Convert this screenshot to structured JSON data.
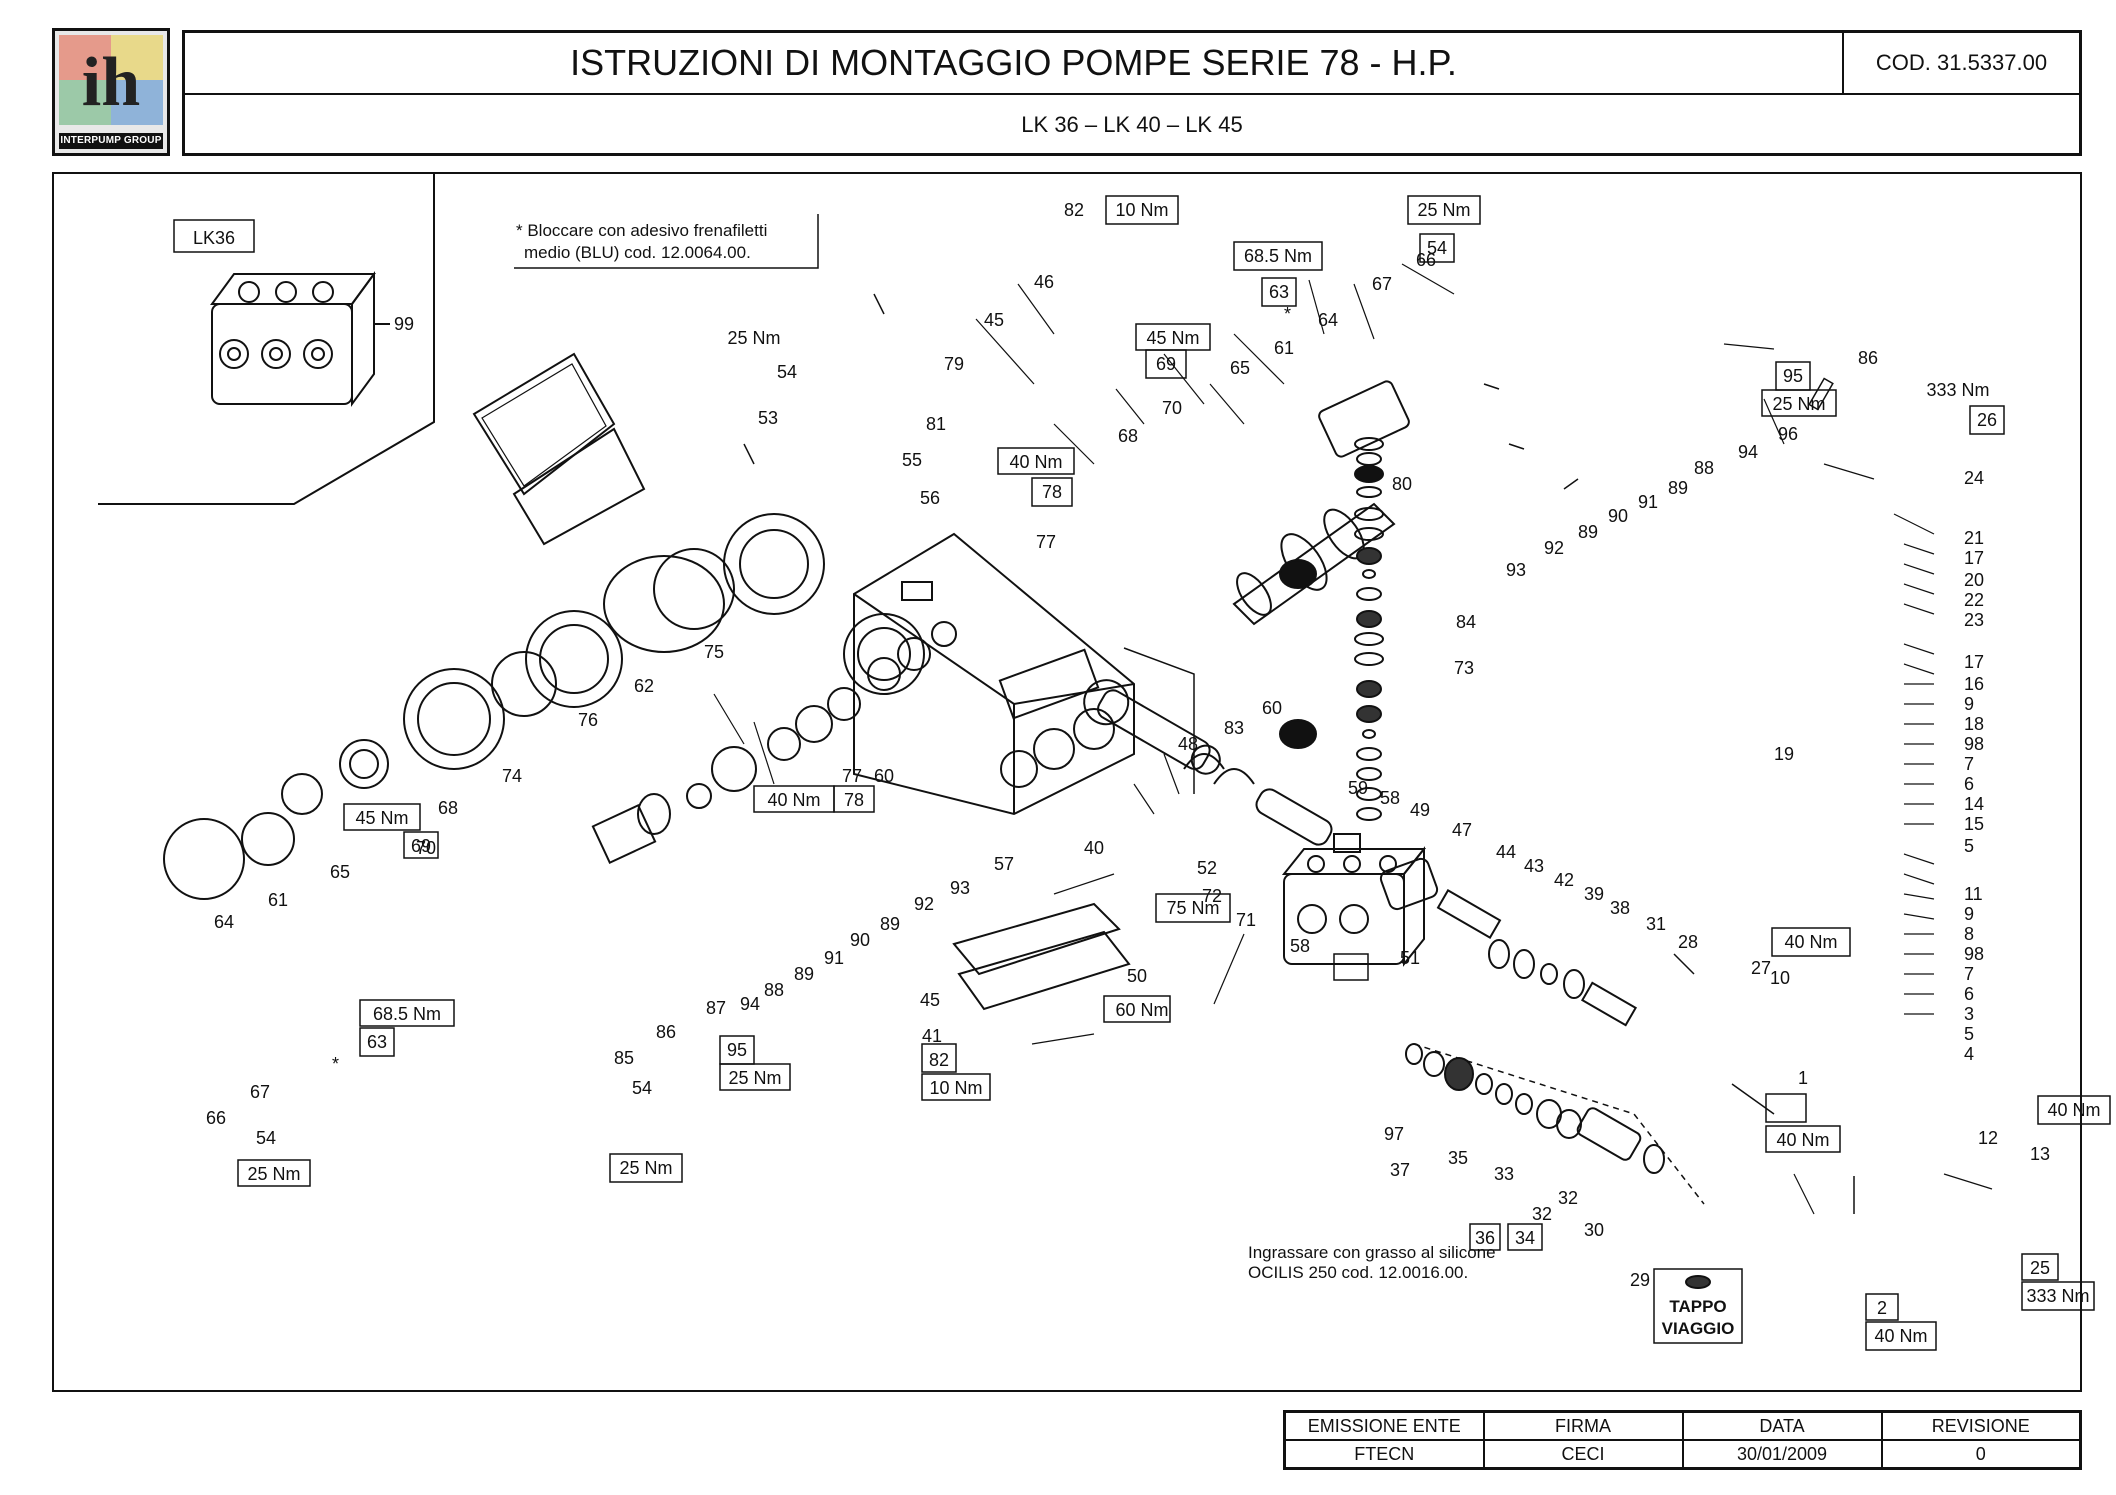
{
  "header": {
    "logo_text": "INTERPUMP GROUP",
    "title": "ISTRUZIONI DI MONTAGGIO POMPE SERIE 78 - H.P.",
    "code": "COD. 31.5337.00",
    "subtitle": "LK 36 – LK 40 – LK 45"
  },
  "inset": {
    "label": "LK36",
    "part": "99"
  },
  "notes": {
    "threadlock_line1": "* Bloccare con adesivo frenafiletti",
    "threadlock_line2": "medio (BLU) cod. 12.0064.00.",
    "grease_line1": "Ingrassare con grasso al silicone",
    "grease_line2": "OCILIS 250 cod. 12.0016.00.",
    "asterisk": "*"
  },
  "tappo": {
    "line1": "TAPPO",
    "line2": "VIAGGIO"
  },
  "torques": {
    "t1": "10 Nm",
    "t2": "25 Nm",
    "t3": "68.5 Nm",
    "t4": "45 Nm",
    "t5": "25 Nm",
    "t6": "40 Nm",
    "t7": "333 Nm",
    "t8": "25 Nm",
    "t9": "45 Nm",
    "t10": "40 Nm",
    "t11": "75 Nm",
    "t12": "68.5 Nm",
    "t13": "25 Nm",
    "t14": "25 Nm",
    "t15": "25 Nm",
    "t16": "10 Nm",
    "t17": "60 Nm",
    "t18": "40 Nm",
    "t19": "40 Nm",
    "t20": "333 Nm",
    "t21": "40 Nm"
  },
  "boxed": {
    "b82a": "82",
    "b54a": "54",
    "b63a": "63",
    "b69a": "69",
    "b54b": "54",
    "b78a": "78",
    "b95a": "95",
    "b26": "26",
    "b69b": "69",
    "b78b": "78",
    "b63b": "63",
    "b54c": "54",
    "b95b": "95",
    "b82b": "82",
    "b50": "50",
    "b27": "27",
    "b36": "36",
    "b34": "34",
    "b2": "2",
    "b25": "25",
    "b13": "13",
    "b52": "52",
    "b54d": "54"
  },
  "parts": {
    "p46": "46",
    "p45a": "45",
    "p67a": "67",
    "p66a": "66",
    "p64a": "64",
    "p61a": "61",
    "p65a": "65",
    "p70a": "70",
    "p68a": "68",
    "p79": "79",
    "p81": "81",
    "p53": "53",
    "p55": "55",
    "p56": "56",
    "p77a": "77",
    "p86": "86",
    "p96": "96",
    "p94a": "94",
    "p88a": "88",
    "p89a": "89",
    "p91a": "91",
    "p90a": "90",
    "p89b": "89",
    "p92a": "92",
    "p93a": "93",
    "p80": "80",
    "p84": "84",
    "p24": "24",
    "p21": "21",
    "p17a": "17",
    "p20": "20",
    "p22": "22",
    "p23": "23",
    "p17b": "17",
    "p16": "16",
    "p9a": "9",
    "p18": "18",
    "p98a": "98",
    "p7a": "7",
    "p6a": "6",
    "p14": "14",
    "p15": "15",
    "p5a": "5",
    "p11": "11",
    "p9b": "9",
    "p8": "8",
    "p98b": "98",
    "p7b": "7",
    "p6b": "6",
    "p3": "3",
    "p5b": "5",
    "p4": "4",
    "p19": "19",
    "p10": "10",
    "p73": "73",
    "p60a": "60",
    "p83": "83",
    "p48": "48",
    "p75": "75",
    "p62": "62",
    "p76": "76",
    "p77b": "77",
    "p60b": "60",
    "p74": "74",
    "p68b": "68",
    "p70b": "70",
    "p65b": "65",
    "p61b": "61",
    "p64b": "64",
    "p67b": "67",
    "p66b": "66",
    "p57": "57",
    "p93b": "93",
    "p92b": "92",
    "p89c": "89",
    "p90b": "90",
    "p91b": "91",
    "p89d": "89",
    "p88b": "88",
    "p94b": "94",
    "p87": "87",
    "p86b": "86",
    "p85": "85",
    "p40": "40",
    "p72": "72",
    "p71": "71",
    "p59": "59",
    "p58a": "58",
    "p49": "49",
    "p58b": "58",
    "p51": "51",
    "p47": "47",
    "p44": "44",
    "p43": "43",
    "p42": "42",
    "p39": "39",
    "p38": "38",
    "p31": "31",
    "p28": "28",
    "p45b": "45",
    "p41": "41",
    "p97": "97",
    "p37": "37",
    "p35": "35",
    "p33": "33",
    "p32a": "32",
    "p32b": "32",
    "p30": "30",
    "p29": "29",
    "p1": "1",
    "p12": "12"
  },
  "revision": {
    "headers": [
      "EMISSIONE ENTE",
      "FIRMA",
      "DATA",
      "REVISIONE"
    ],
    "values": [
      "FTECN",
      "CECI",
      "30/01/2009",
      "0"
    ]
  }
}
